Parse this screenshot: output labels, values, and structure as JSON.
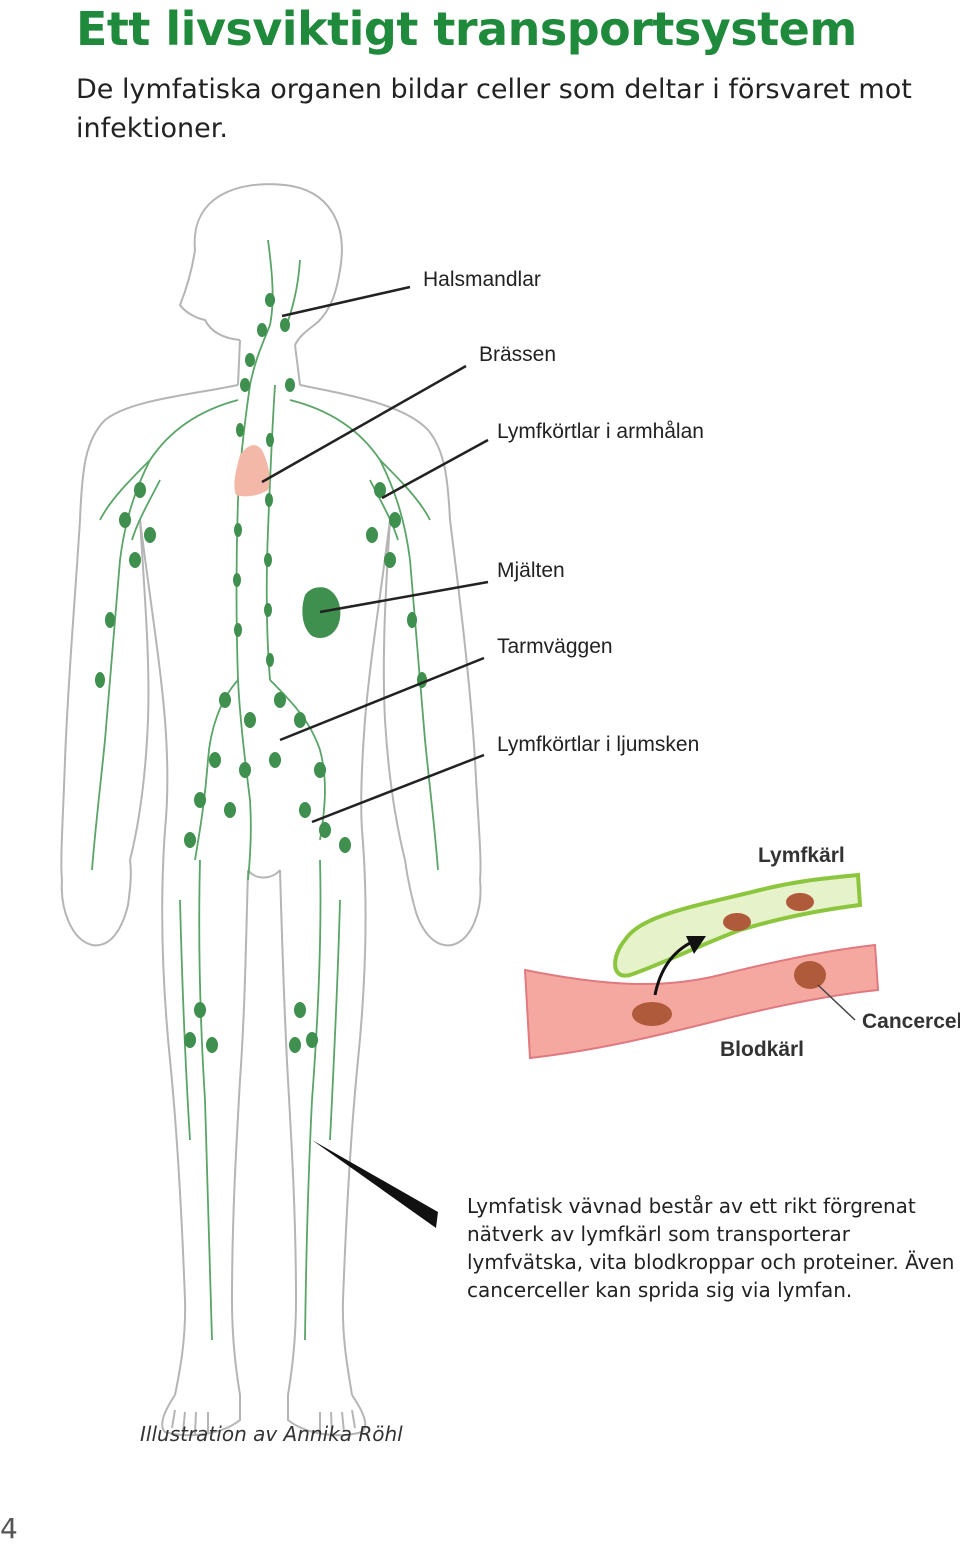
{
  "title": "Ett livsviktigt transportsystem",
  "subtitle": "De lymfatiska organen bildar celler som deltar i försvaret mot infektioner.",
  "labels": {
    "halsmandlar": "Halsmandlar",
    "brassen": "Brässen",
    "armhalan": "Lymfkörtlar i armhålan",
    "mjalten": "Mjälten",
    "tarmvaggen": "Tarmväggen",
    "ljumsken": "Lymfkörtlar i ljumsken"
  },
  "inset": {
    "lymfkarl": "Lymfkärl",
    "blodkarl": "Blodkärl",
    "cancercell": "Cancercell"
  },
  "caption": "Lymfatisk vävnad består av ett rikt förgrenat nätverk av lymfkärl som transporterar lymfvätska, vita blodkroppar och proteiner. Även cancerceller kan sprida sig via lymfan.",
  "credit": "Illustration av Annika Röhl",
  "page_number": "4",
  "colors": {
    "title_green": "#1f8a3b",
    "lymph_green": "#3f8f4e",
    "body_outline": "#b0b0b0",
    "thymus_pink": "#f4b8a8",
    "blood_vessel": "#f4a8a0",
    "lymph_vessel": "#e6f2c9",
    "cancer_cell": "#b05a3c"
  }
}
